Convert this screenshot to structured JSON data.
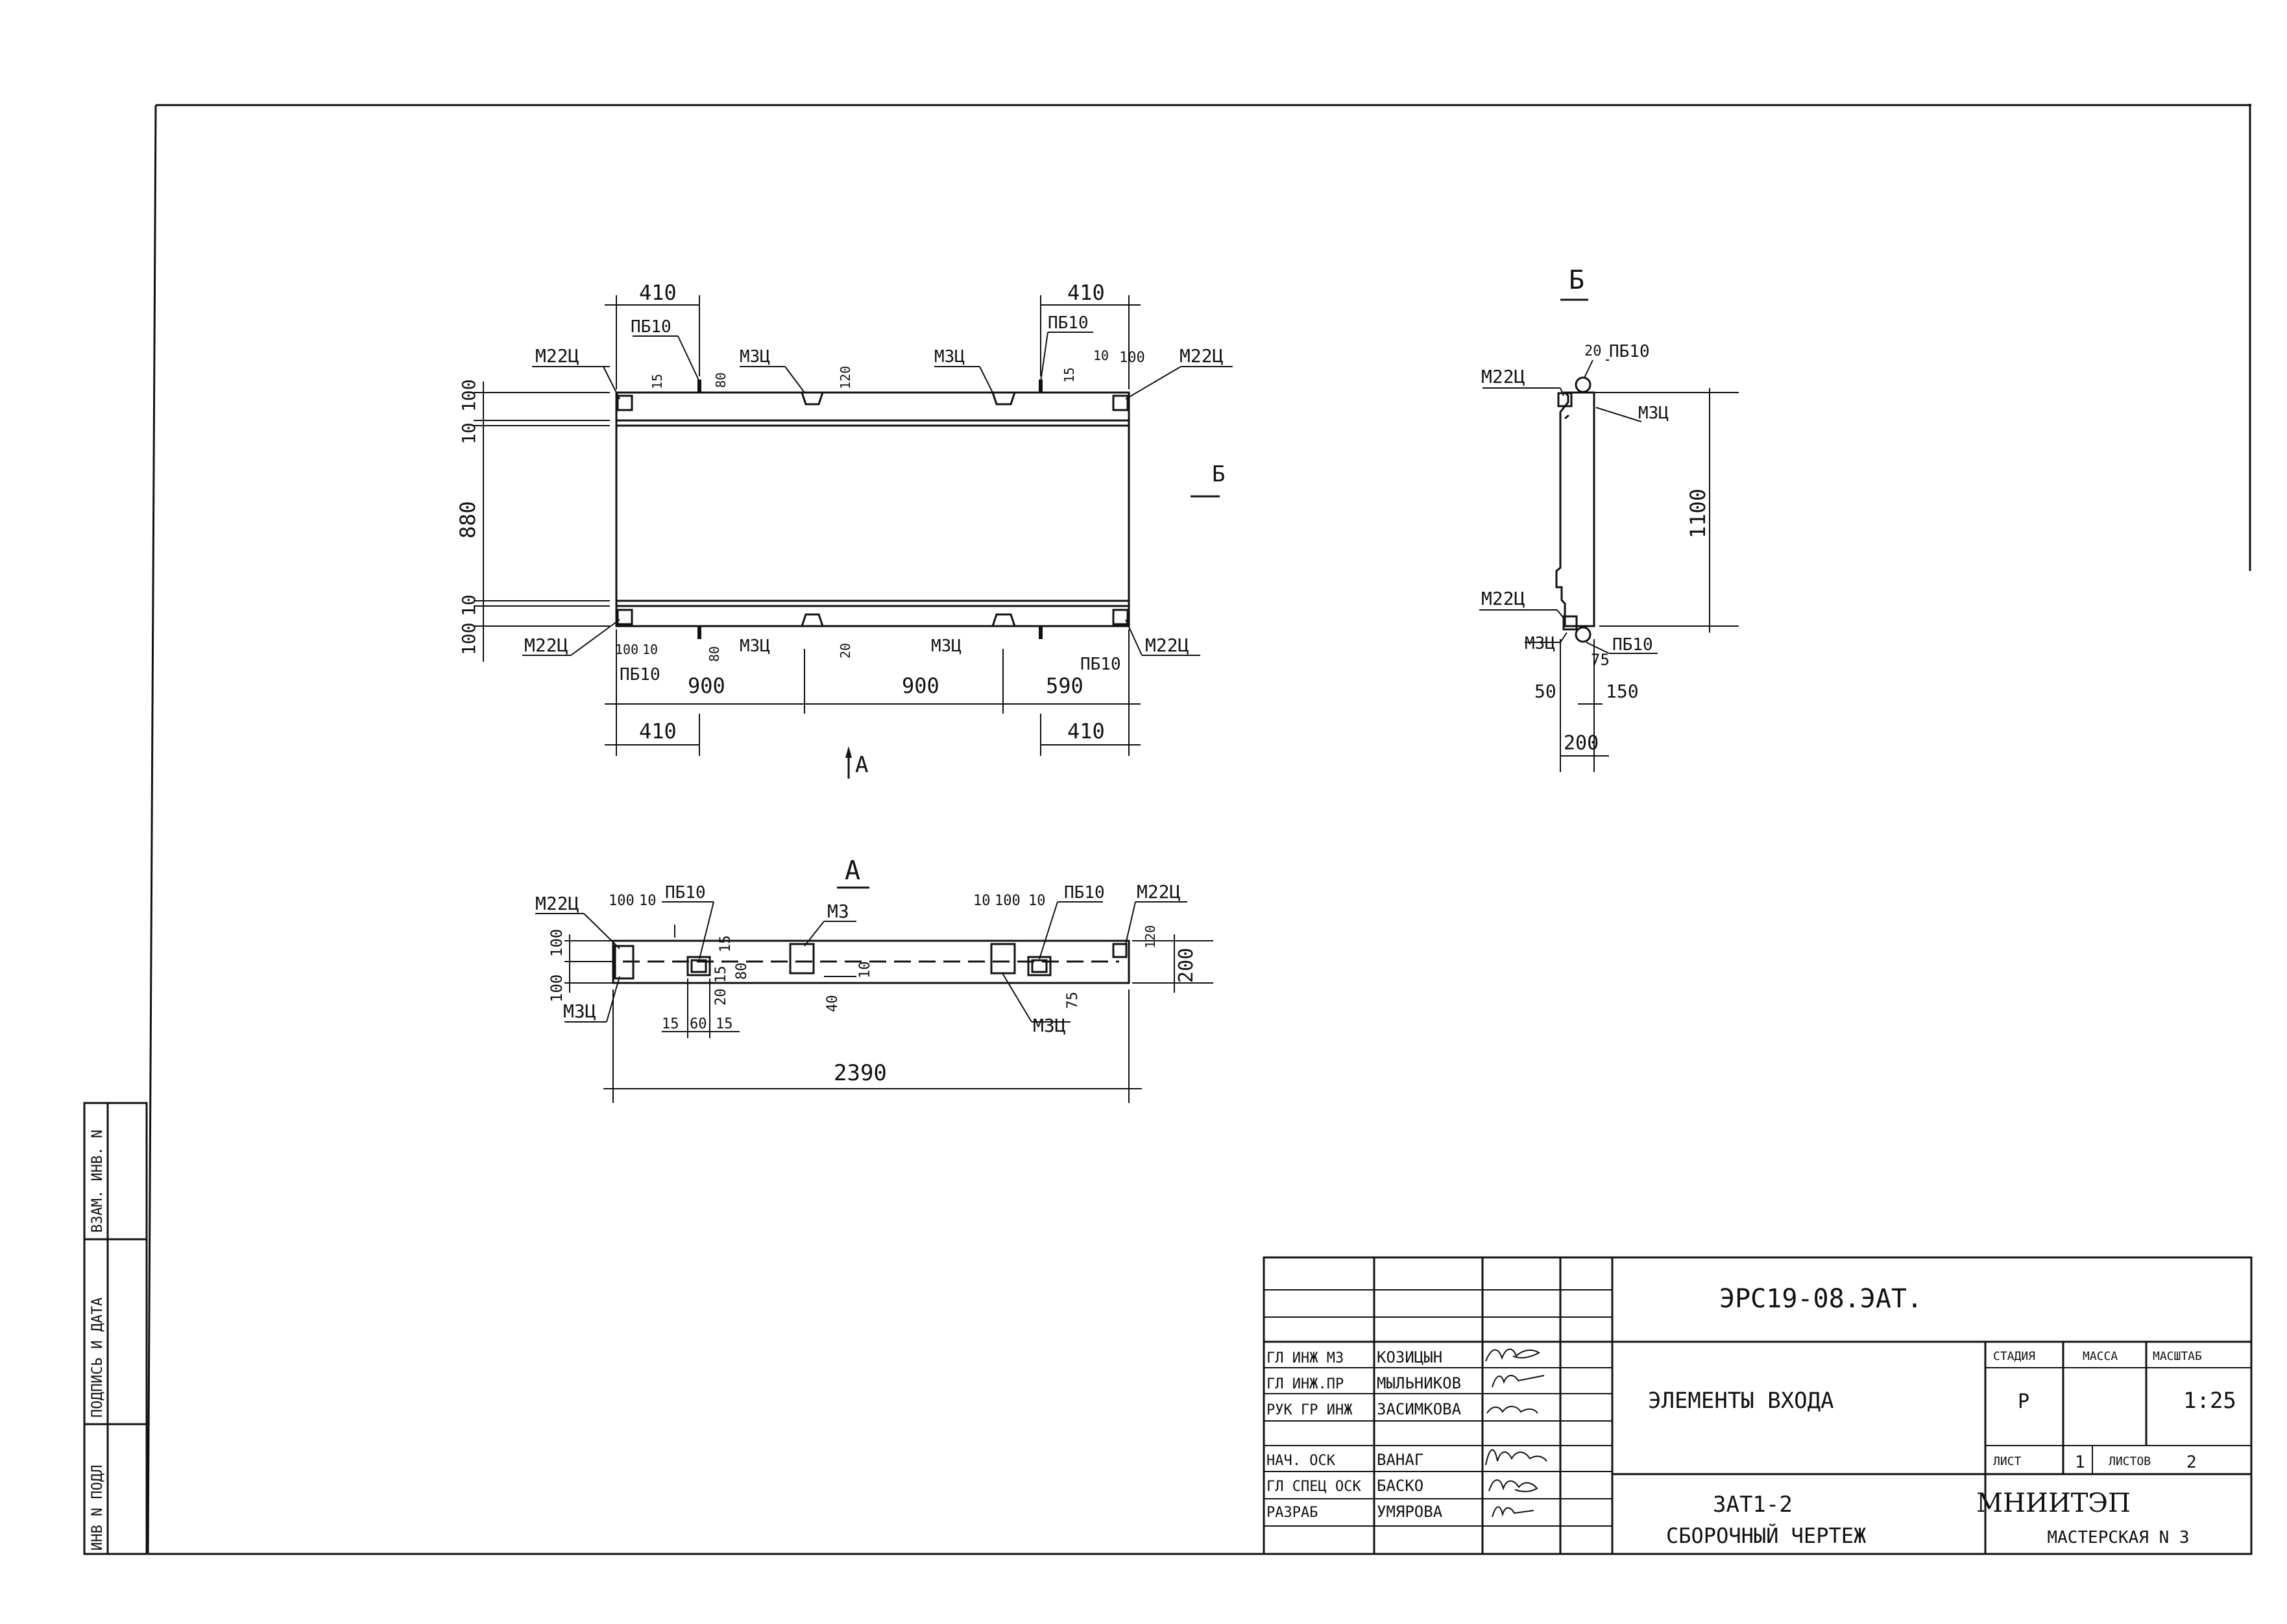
{
  "side_stamp": {
    "inv_podl": "ИНВ N ПОДЛ",
    "podpis": "ПОДПИСЬ И ДАТА",
    "vzam": "ВЗАМ. ИНВ. N"
  },
  "view_main": {
    "dims_top": [
      "410",
      "410"
    ],
    "dims_bottom": [
      "900",
      "900",
      "590"
    ],
    "dims_bottom2": [
      "410",
      "410"
    ],
    "dims_left": [
      "100",
      "10",
      "880",
      "10",
      "100"
    ],
    "labels": {
      "m22_tl": "М22Ц",
      "m22_tr": "М22Ц",
      "m22_bl": "М22Ц",
      "m22_br": "М22Ц",
      "pb_tl": "ПБ10",
      "pb_tr": "ПБ10",
      "pb_bl": "ПБ10",
      "pb_br": "ПБ10",
      "m3_t1": "М3Ц",
      "m3_t2": "М3Ц",
      "m3_b1": "М3Ц",
      "m3_b2": "М3Ц"
    },
    "small_dims": {
      "t15a": "15",
      "t80a": "80",
      "t120": "120",
      "t15b": "15",
      "t10": "10",
      "t100": "100",
      "b100": "100",
      "b10": "10",
      "b80": "80",
      "b20": "20"
    },
    "section_b_mark": "Б",
    "arrow_a": "А"
  },
  "view_b": {
    "title": "Б",
    "labels": {
      "pb_top": "ПБ10",
      "pb_bot": "ПБ10",
      "m22_top": "М22Ц",
      "m22_bot": "М22Ц",
      "m3_top": "М3Ц",
      "m3_bot": "М3Ц"
    },
    "dims": {
      "d20": "20",
      "d1100": "1100",
      "d75": "75",
      "d50": "50",
      "d150": "150",
      "d200": "200"
    }
  },
  "view_a": {
    "title": "А",
    "labels": {
      "m22_l": "М22Ц",
      "m22_r": "М22Ц",
      "pb_l": "ПБ10",
      "pb_r": "ПБ10",
      "m3": "М3",
      "m3_l": "М3Ц",
      "m3_r": "М3Ц"
    },
    "dims": {
      "d100a": "100",
      "d10a": "10",
      "d10b": "10",
      "d100b": "100",
      "d10c": "10",
      "v100a": "100",
      "v100b": "100",
      "d15a": "15",
      "d15b": "15",
      "d80": "80",
      "d20": "20",
      "d10m": "10",
      "d40": "40",
      "d75": "75",
      "b15a": "15",
      "b60": "60",
      "b15b": "15",
      "r120": "120",
      "r200": "200",
      "total": "2390"
    }
  },
  "title_block": {
    "code": "ЭРС19-08.ЭАТ.",
    "name": "ЭЛЕМЕНТЫ  ВХОДА",
    "sheet_title_1": "ЗАТ1-2",
    "sheet_title_2": "СБОРОЧНЫЙ ЧЕРТЕЖ",
    "org_1": "МНИИТЭП",
    "org_2": "МАСТЕРСКАЯ N 3",
    "hdr_stage": "СТАДИЯ",
    "hdr_mass": "МАССА",
    "hdr_scale": "МАСШТАБ",
    "stage": "Р",
    "mass": "",
    "scale": "1:25",
    "list_label": "ЛИСТ",
    "list": "1",
    "lists_label": "ЛИСТОВ",
    "lists": "2",
    "signers": [
      {
        "role": "ГЛ ИНЖ М3",
        "name": "КОЗИЦЫН"
      },
      {
        "role": "ГЛ ИНЖ.ПР",
        "name": "МЫЛЬНИКОВ"
      },
      {
        "role": "РУК ГР ИНЖ",
        "name": "ЗАСИМКОВА"
      },
      {
        "role": "НАЧ. ОСК",
        "name": "ВАНАГ"
      },
      {
        "role": "ГЛ СПЕЦ ОСК",
        "name": "БАСКО"
      },
      {
        "role": "РАЗРАБ",
        "name": "УМЯРОВА"
      }
    ]
  }
}
